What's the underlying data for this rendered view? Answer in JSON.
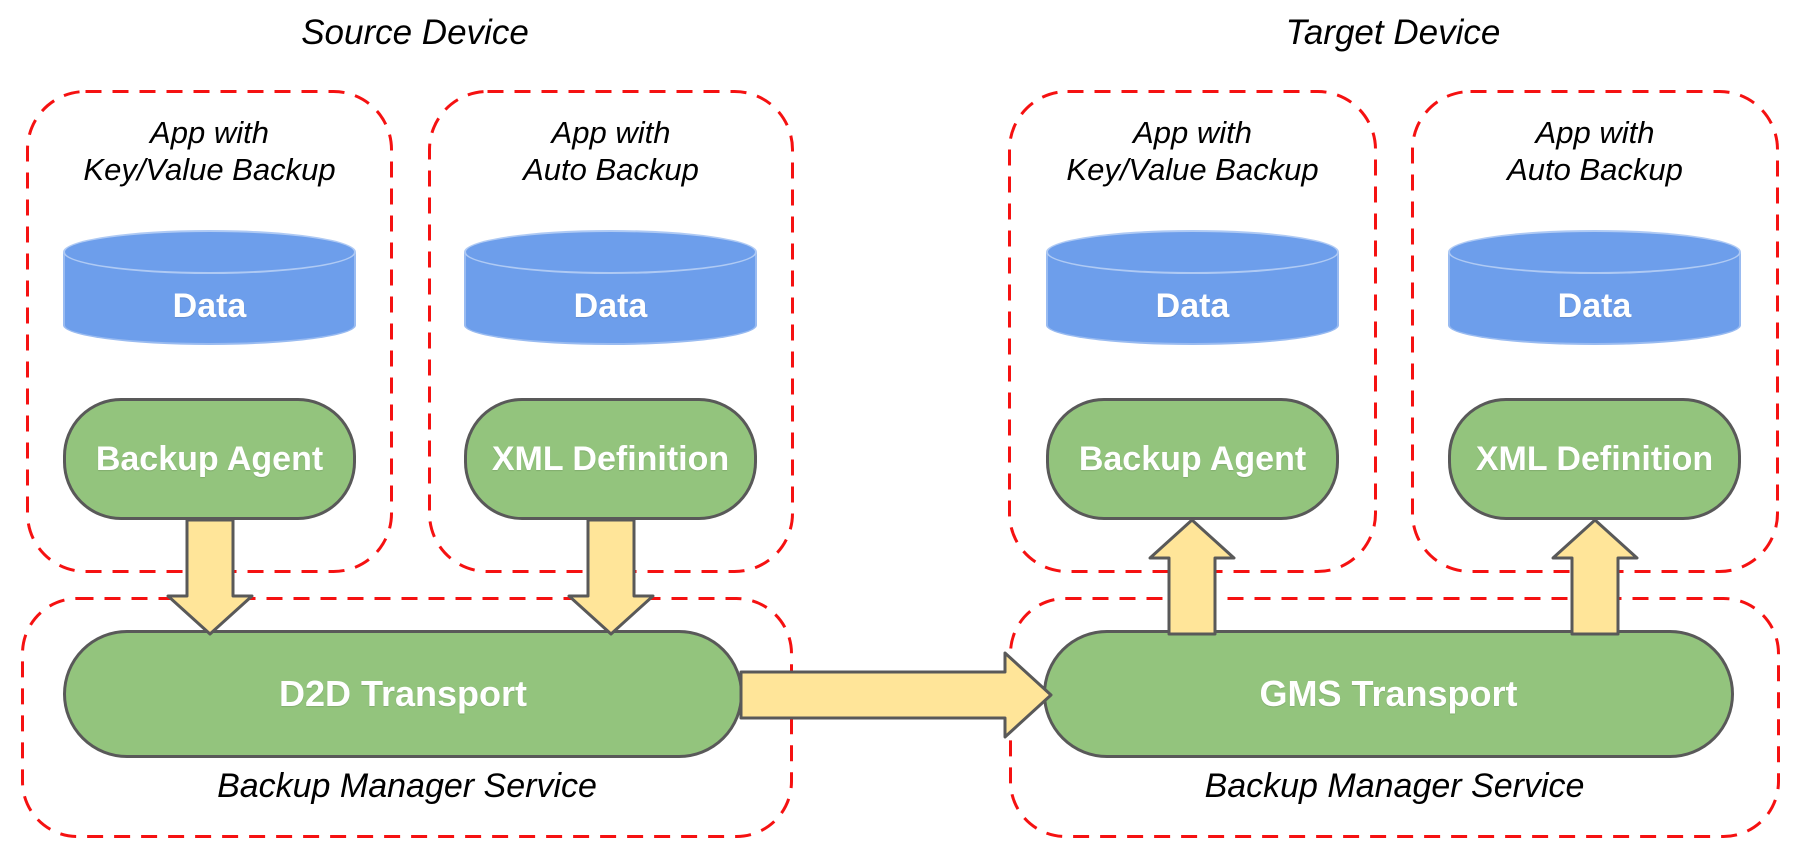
{
  "titles": {
    "source": "Source Device",
    "target": "Target Device"
  },
  "apps": [
    {
      "line1": "App with",
      "line2": "Key/Value Backup",
      "data": "Data",
      "component": "Backup Agent"
    },
    {
      "line1": "App with",
      "line2": "Auto Backup",
      "data": "Data",
      "component": "XML Definition"
    },
    {
      "line1": "App with",
      "line2": "Key/Value Backup",
      "data": "Data",
      "component": "Backup Agent"
    },
    {
      "line1": "App with",
      "line2": "Auto Backup",
      "data": "Data",
      "component": "XML Definition"
    }
  ],
  "services": [
    {
      "label": "Backup Manager Service",
      "transport": "D2D Transport"
    },
    {
      "label": "Backup Manager Service",
      "transport": "GMS Transport"
    }
  ],
  "arrows": [
    {
      "name": "backup-agent-to-d2d-transport",
      "direction": "down"
    },
    {
      "name": "xml-definition-to-d2d-transport",
      "direction": "down"
    },
    {
      "name": "d2d-transport-to-gms-transport",
      "direction": "right"
    },
    {
      "name": "gms-transport-to-backup-agent",
      "direction": "up"
    },
    {
      "name": "gms-transport-to-xml-definition",
      "direction": "up"
    }
  ],
  "colors": {
    "data_cylinder_fill": "#6D9EEB",
    "component_fill": "#93C47D",
    "arrow_fill": "#FFE599",
    "boundary_dash": "#F51111",
    "shape_stroke": "#595959",
    "text_dark": "#000000",
    "text_light": "#FFFFFF"
  }
}
